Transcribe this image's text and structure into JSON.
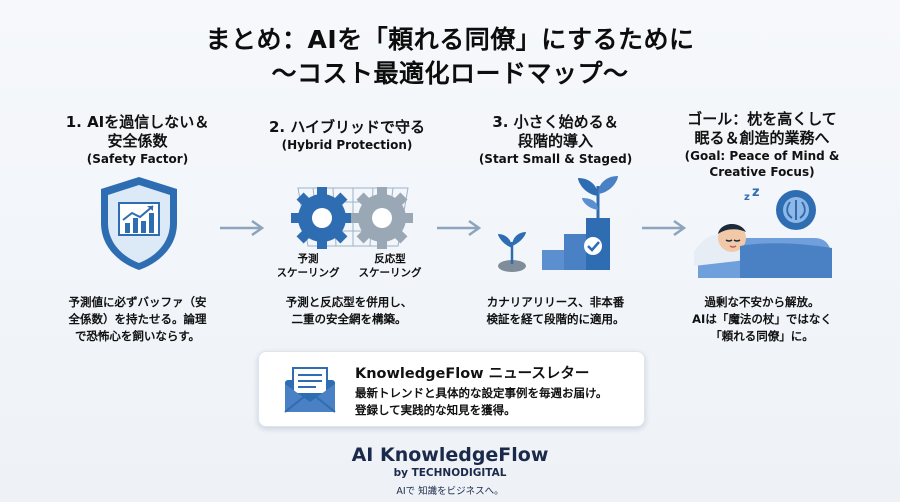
{
  "title": {
    "line1": "まとめ：AIを「頼れる同僚」にするために",
    "line2": "〜コスト最適化ロードマップ〜"
  },
  "steps": [
    {
      "title1": "1. AIを過信しない＆",
      "title2": "安全係数",
      "en": "(Safety Factor)",
      "desc1": "予測値に必ずバッファ（安",
      "desc2": "全係数）を持たせる。論理",
      "desc3": "で恐怖心を飼いならす。",
      "icon": "shield-chart-icon"
    },
    {
      "title1": "2. ハイブリッドで守る",
      "en": "(Hybrid Protection)",
      "label_left1": "予測",
      "label_left2": "スケーリング",
      "label_right1": "反応型",
      "label_right2": "スケーリング",
      "desc1": "予測と反応型を併用し、",
      "desc2": "二重の安全網を構築。",
      "icon": "gears-net-icon"
    },
    {
      "title1": "3. 小さく始める＆",
      "title2": "段階的導入",
      "en": "(Start Small & Staged)",
      "desc1": "カナリアリリース、非本番",
      "desc2": "検証を経て段階的に適用。",
      "icon": "stairs-plant-icon"
    },
    {
      "title1": "ゴール：枕を高くして",
      "title2": "眠る＆創造的業務へ",
      "en1": "(Goal: Peace of Mind &",
      "en2": "Creative Focus)",
      "desc1": "過剰な不安から解放。",
      "desc2": "AIは「魔法の杖」ではなく",
      "desc3": "「頼れる同僚」に。",
      "icon": "sleeping-person-icon"
    }
  ],
  "newsletter": {
    "title": "KnowledgeFlow ニュースレター",
    "line1": "最新トレンドと具体的な設定事例を毎週お届け。",
    "line2": "登録して実践的な知見を獲得。",
    "icon": "envelope-icon"
  },
  "brand": {
    "name": "AI KnowledgeFlow",
    "by": "by TECHNODIGITAL",
    "tagline": "AIで 知識をビジネスへ。"
  },
  "colors": {
    "primary_blue": "#2f6db3",
    "light_blue": "#8fb8e6",
    "arrow_gray": "#8da4bd"
  }
}
